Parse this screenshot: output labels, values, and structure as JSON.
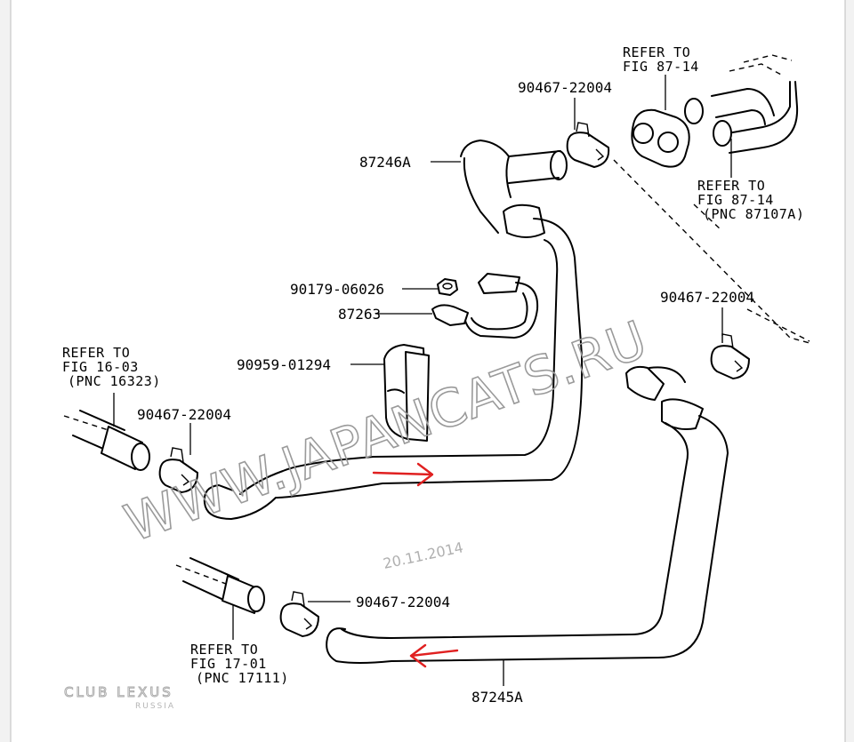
{
  "labels": {
    "hose_upper": "87246A",
    "hose_lower": "87245A",
    "clamp_top": "90467-22004",
    "clamp_right": "90467-22004",
    "clamp_left": "90467-22004",
    "clamp_bottom": "90467-22004",
    "nut": "90179-06026",
    "bracket": "87263",
    "grommet": "90959-01294"
  },
  "refs": {
    "fig_87_14_top": [
      "REFER TO",
      "FIG 87-14"
    ],
    "fig_87_14_pnc": [
      "REFER TO",
      "FIG 87-14",
      "(PNC 87107A)"
    ],
    "fig_16_03": [
      "REFER TO",
      "FIG 16-03",
      "(PNC 16323)"
    ],
    "fig_17_01": [
      "REFER TO",
      "FIG 17-01",
      "(PNC 17111)"
    ]
  },
  "watermark": "WWW.JAPANCATS.RU",
  "date_stamp": "20.11.2014",
  "logo": {
    "main": "CLUB LEXUS",
    "sub": "RUSSIA"
  },
  "colors": {
    "arrow": "#e02020",
    "watermark": "#9a9a9a"
  }
}
